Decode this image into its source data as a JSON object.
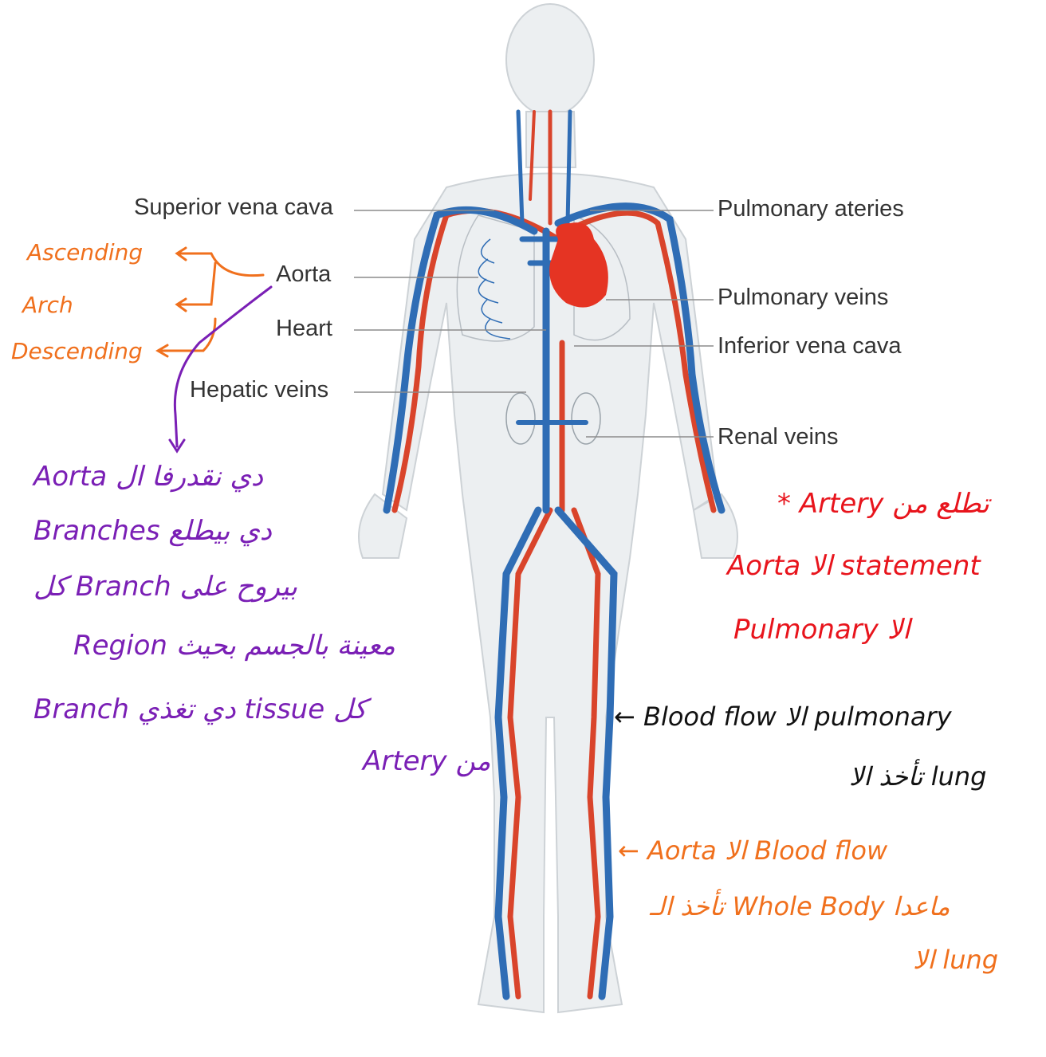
{
  "labels": {
    "superior_vena_cava": "Superior vena cava",
    "aorta": "Aorta",
    "heart": "Heart",
    "hepatic_veins": "Hepatic veins",
    "pulmonary_ateries": "Pulmonary ateries",
    "pulmonary_veins": "Pulmonary veins",
    "inferior_vena_cava": "Inferior vena cava",
    "renal_veins": "Renal veins"
  },
  "notes": {
    "aorta_parts": [
      "Ascending",
      "Arch",
      "Descending"
    ],
    "purple": [
      "Aorta دي نقدرفا ال",
      "Branches دي بيطلع",
      "كل Branch بيروح على",
      "Region معينة بالجسم بحيث",
      "Branch دي تغذي tissue كل",
      "Artery من"
    ],
    "red": [
      "* Artery تطلع من",
      "Aorta الا statement",
      "Pulmonary الا"
    ],
    "black": [
      "← Blood flow الا pulmonary",
      "تأخذ الا lung"
    ],
    "orange": [
      "← Aorta الا Blood flow",
      "تأخذ الـ Whole Body ماعدا",
      "الا lung"
    ]
  },
  "colors": {
    "artery": "#d9442b",
    "vein": "#2f6db5",
    "heart": "#e53423",
    "body_fill": "#eceff1",
    "note_orange": "#f0701d",
    "note_purple": "#7a1fb5",
    "note_red": "#e8141c"
  }
}
